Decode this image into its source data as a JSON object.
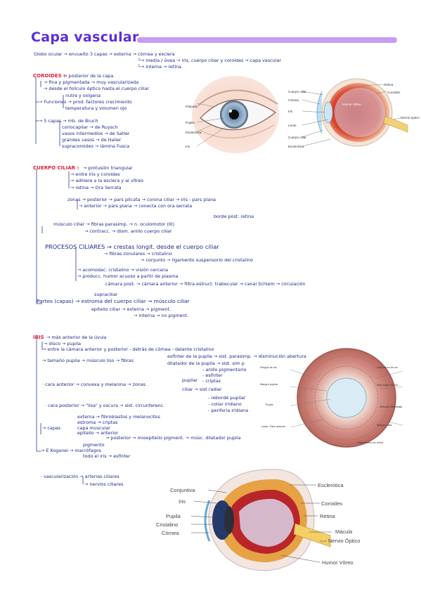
{
  "title": "Capa vascular",
  "intro": {
    "l1": "Globo ocular → envuelto 3 capas → externa → córnea y esclera",
    "l2": "└→ media / úvea → iris, cuerpo ciliar y coroides → capa vascular",
    "l3": "└→ interna → retina"
  },
  "coroides": {
    "head": "COROIDES :",
    "lines": [
      "→ posterior de la capa",
      "→ fina y pigmentada → muy vascularizada",
      "→ desde el folículo óptico hasta el cuerpo ciliar",
      "nutre y oxígena",
      "→ Funciones → prod. factores crecimiento",
      "temperatura y volumen ojo",
      "→ 5 capas → mb. de Bruch",
      "coriocapilar → de Ruysch",
      "vasos intermedios → de Satler",
      "grandes vasos → de Haller",
      "supracoroides → lámina Fusca"
    ]
  },
  "eye_labels": {
    "front": [
      "Párpado",
      "Pupila",
      "Esclerótica",
      "Iris"
    ],
    "section": [
      "Retina",
      "Coroides",
      "Cuerpo ciliar",
      "Córnea",
      "Humor vítreo",
      "Iris",
      "Lente",
      "Nervio óptico",
      "Cuerpo ciliar",
      "Esclerótica"
    ]
  },
  "cuerpo_ciliar": {
    "head": "CUERPO CILIAR :",
    "lines": [
      "→ protusión triangular",
      "→ entre iris y coroides",
      "→ adhiere a la esclera y al vítreo",
      "→ retina → Ora Serrata",
      "zonas → posterior → pars plicata → corona ciliar → iris - pars plana",
      "→ anterior → pars plana → conecta con ora serrata",
      "borde post. retina",
      "músculo ciliar → fibras parasimp. → n. oculomotor (III)",
      "→ contracc. → dism. anillo cuerpo ciliar",
      "PROCESOS CILIARES → crestas longit. desde el cuerpo ciliar",
      "→ fibras zonulares → cristalino",
      "→ conjunto → ligamento suspensorio del cristalino",
      "→ acomodac. cristalino → visión cercana",
      "→ producc. humor acuoso a partir de plasma",
      "cámara post. → cámara anterior → filtra estruct. trabecular → canal Schlem → circulación",
      "supraciliar",
      "Partes (capas) → estroma del cuerpo ciliar → músculo ciliar",
      "epitelio ciliar → externa → pigment.",
      "→ interna → no pigment."
    ]
  },
  "iris": {
    "head": "IRIS",
    "lines": [
      "→ más anterior de la úvula",
      "→ disco → pupila",
      "→ entre la cámara anterior y posterior - detrás de córnea - delante cristalino",
      "→ tamaño pupila → músculo liso → fibras",
      "esfínter de la pupila → sist. parasimp. → disminución abertura",
      "dilatador de la pupila → sist. sim p",
      "· cara anterior → convexa y melanina → zonas",
      "pupilar",
      "- anillo pigmentario",
      "- esfínter",
      "- criptas",
      "ciliar → sist radial",
      "· cara posterior → \"lisa\" y oscura → sist. circunferenc.",
      "- rebordé pupilar",
      "- collar iridiano",
      "- periferia iridiana",
      "externa → fibroblastos y melanocitos",
      "estroma → criptas",
      "→ capas",
      "capa muscular",
      "epitelio → anterior",
      "→ posterior → mioepitelio pigment. → músc. dilatador pupila",
      "pigmento",
      "→ E Koganei → macrófagos",
      "todo el iris → esfínter"
    ],
    "iris_labels": [
      "Pliegue de iris",
      "Anill menor de iris",
      "Margen pupilar",
      "Anill mayor de iris",
      "Pupila",
      "Retículo trabecular",
      "Margen ciliar",
      "Lente, Fase anterior",
      "Parte trilobul de vítrea"
    ]
  },
  "vascular": {
    "l1": "· vascularización → arterias ciliares",
    "l2": "→ nervios ciliares"
  },
  "bottom_labels": {
    "left": [
      "Conjuntiva",
      "Iris",
      "Pupila",
      "Cristalino",
      "Córnea"
    ],
    "right": [
      "Esclerótica",
      "Coroides",
      "Retina",
      "Mácula",
      "Nervio Óptico",
      "Humor Vítreo"
    ]
  },
  "colors": {
    "title": "#5b2fd9",
    "accent_bar": "#c99cf2",
    "heading": "#e0213a",
    "ink": "#1c2a8a"
  }
}
